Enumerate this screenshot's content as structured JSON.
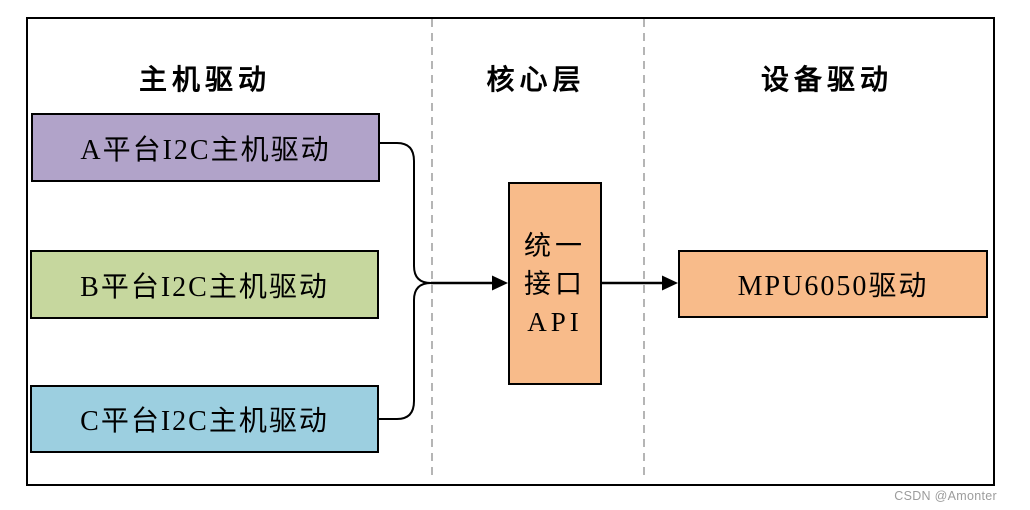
{
  "header": {
    "columns": [
      {
        "title": "主机驱动"
      },
      {
        "title": "核心层"
      },
      {
        "title": "设备驱动"
      }
    ]
  },
  "host_boxes": [
    {
      "label": "A平台I2C主机驱动",
      "fill": "#b1a3c9"
    },
    {
      "label": "B平台I2C主机驱动",
      "fill": "#c6d79e"
    },
    {
      "label": "C平台I2C主机驱动",
      "fill": "#9ccfe0"
    }
  ],
  "core_box": {
    "line1": "统一",
    "line2": "接口",
    "line3": "API",
    "fill": "#f8bb8a"
  },
  "device_box": {
    "label": "MPU6050驱动",
    "fill": "#f8bb8a"
  },
  "colors": {
    "connector": "#000000",
    "divider": "#b5b5b5",
    "frame_border": "#000000"
  },
  "watermark": "CSDN @Amonter"
}
